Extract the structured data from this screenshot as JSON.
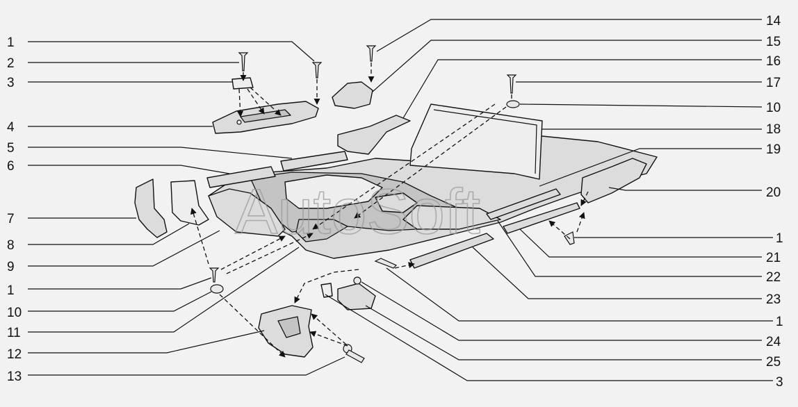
{
  "watermark": "AutoSoft",
  "callouts_left": [
    "1",
    "2",
    "3",
    "4",
    "5",
    "6",
    "7",
    "8",
    "9",
    "1",
    "10",
    "11",
    "12",
    "13"
  ],
  "callouts_right": [
    "14",
    "15",
    "16",
    "17",
    "10",
    "18",
    "19",
    "20",
    "1",
    "21",
    "22",
    "23",
    "1",
    "24",
    "25",
    "3"
  ]
}
